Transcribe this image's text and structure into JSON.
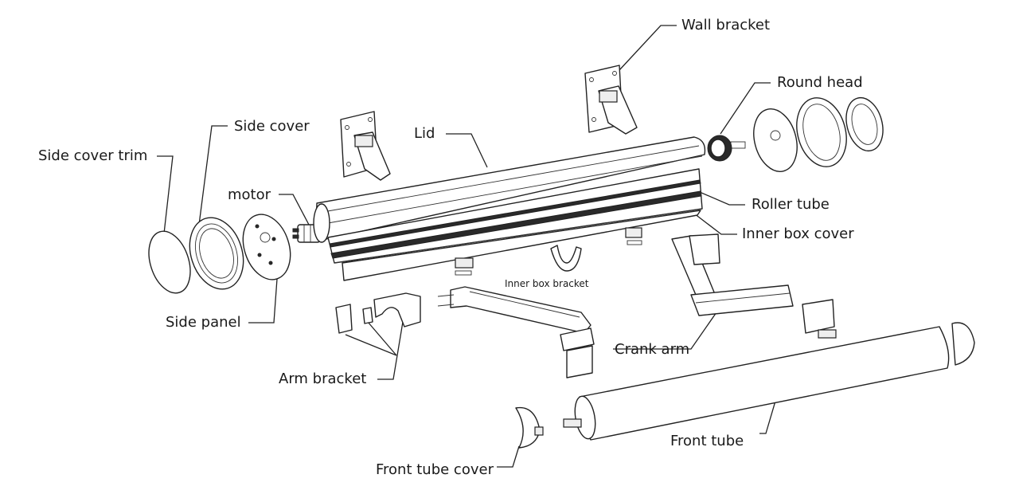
{
  "labels": {
    "wall_bracket": "Wall bracket",
    "round_head": "Round head",
    "side_cover": "Side cover",
    "lid": "Lid",
    "side_cover_trim": "Side cover trim",
    "motor": "motor",
    "roller_tube": "Roller tube",
    "inner_box_cover": "Inner box cover",
    "inner_box_bracket": "Inner box bracket",
    "side_panel": "Side panel",
    "crank_arm": "Crank arm",
    "arm_bracket": "Arm bracket",
    "front_tube": "Front tube",
    "front_tube_cover": "Front tube cover"
  },
  "colors": {
    "stroke": "#222222",
    "fill": "#ffffff",
    "accent_dark": "#2a2a2a"
  }
}
